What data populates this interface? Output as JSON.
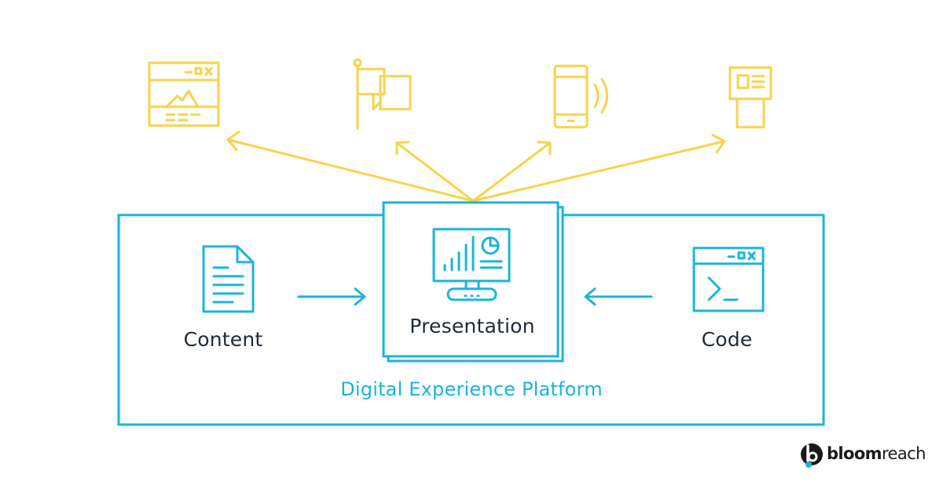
{
  "colors": {
    "yellow": "#F7D34B",
    "cyan": "#1BB4DB",
    "dark_text": "#1F2A37",
    "logo_dark": "#1A1A1A"
  },
  "channels": [
    {
      "name": "browser-window-icon"
    },
    {
      "name": "flag-icon"
    },
    {
      "name": "mobile-phone-icon"
    },
    {
      "name": "kiosk-icon"
    }
  ],
  "nodes": {
    "content": {
      "label": "Content",
      "icon": "document-icon"
    },
    "presentation": {
      "label": "Presentation",
      "icon": "monitor-dashboard-icon"
    },
    "code": {
      "label": "Code",
      "icon": "terminal-window-icon"
    }
  },
  "platform": {
    "label": "Digital Experience Platform"
  },
  "logo": {
    "brand_bold": "bloom",
    "brand_light": "reach"
  }
}
